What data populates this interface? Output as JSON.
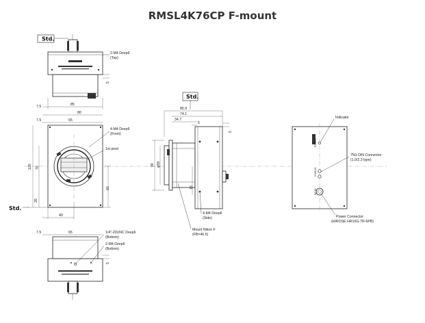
{
  "title": "RMSL4K76CP F-mount",
  "std_labels": {
    "top": "Std.",
    "side": "Std.",
    "front": "Std."
  },
  "notes": {
    "top_m4_line1": "2-M4 Deep6",
    "top_m4_line2": "(Top)",
    "front_m4_line1": "4-M4 Deep6",
    "front_m4_line2": "(Front)",
    "first_pixel": "1st pixel",
    "side_m4_line1": "4-M4 Deep6",
    "side_m4_line2": "(Side)",
    "mount_line1": "Mount Nikon F",
    "mount_line2": "(FB=46.5)",
    "indicator": "Indicator",
    "din_line1": "75Ω DIN Connector",
    "din_line2": "(1.0/2.3 type)",
    "power_line1": "Power Connector",
    "power_line2": "(HIROSE HR10G-7R-6PB)",
    "bottom_unc_line1": "1/4\"-20UNC Deep6",
    "bottom_unc_line2": "(Bottom)",
    "bottom_m4_line1": "2-M4 Deep6",
    "bottom_m4_line2": "(Bottom)"
  },
  "dims": {
    "top_7_5": "7.5",
    "top_85": "85",
    "top_5": "5",
    "front_80": "80",
    "front_7_5": "7.5",
    "front_65": "65",
    "front_120": "120",
    "front_70": "70",
    "front_25": "25",
    "front_60": "60",
    "front_40": "40",
    "side_85_9": "85.9",
    "side_74_1": "74.1",
    "side_34_7": "34.7",
    "side_5a": "5",
    "side_5b": "5",
    "side_90": "90",
    "side_phi59": "φ59",
    "side_15": "15",
    "bottom_7_5": "7.5",
    "bottom_65": "65",
    "bottom_5": "5"
  },
  "back_labels": {
    "a": "POWER",
    "b": "STATUS",
    "c": "DC IN"
  }
}
